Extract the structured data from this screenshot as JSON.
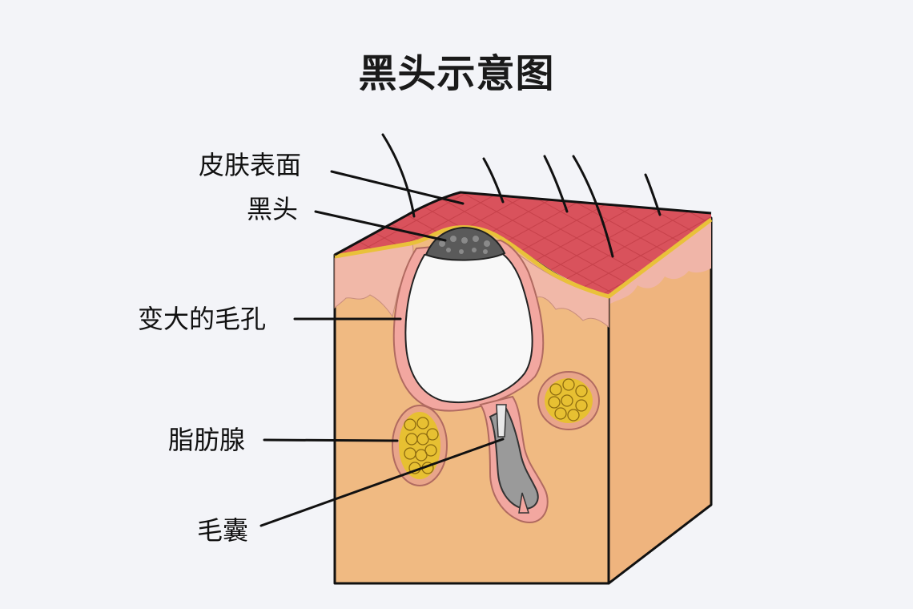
{
  "title": "黑头示意图",
  "labels": {
    "skin_surface": "皮肤表面",
    "blackhead": "黑头",
    "enlarged_pore": "变大的毛孔",
    "sebaceous_gland": "脂肪腺",
    "hair_follicle": "毛囊"
  },
  "colors": {
    "background": "#f3f4f8",
    "skin_surface": "#d9525c",
    "epidermis": "#f3b8a8",
    "dermis": "#f2c08a",
    "sebaceous": "#e7c032",
    "blackhead": "#555555",
    "sebum_plug": "#f8f8f8",
    "follicle": "#9a9a9a"
  }
}
